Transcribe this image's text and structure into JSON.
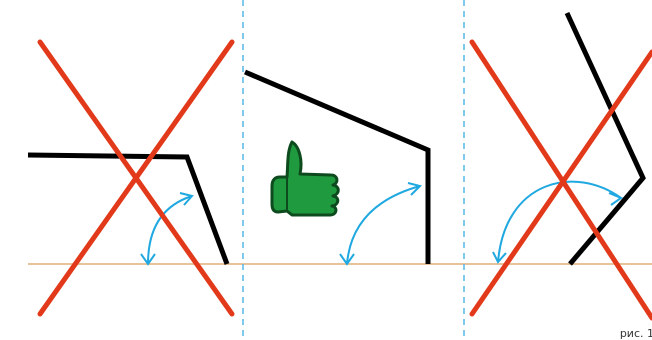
{
  "diagram": {
    "panels": [
      {
        "id": "left",
        "verdict": "wrong",
        "verdict_icon": "red-x-icon"
      },
      {
        "id": "middle",
        "verdict": "correct",
        "verdict_icon": "thumbs-up-icon"
      },
      {
        "id": "right",
        "verdict": "wrong",
        "verdict_icon": "red-x-icon"
      }
    ],
    "footer_label": "рис. 1"
  },
  "colors": {
    "line": "#000000",
    "cross": "#e2391a",
    "arc": "#20a8e0",
    "ground": "#e8c39a",
    "divider": "#53b7e6",
    "thumb_fill": "#1f9a3f",
    "thumb_stroke": "#0d4a1d"
  }
}
